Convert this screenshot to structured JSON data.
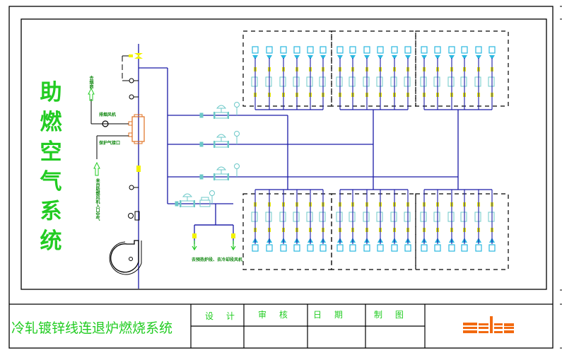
{
  "drawing": {
    "side_title": [
      "助",
      "燃",
      "空",
      "气",
      "系",
      "统"
    ],
    "side_title_full": "助燃空气系统",
    "title_block": {
      "drawing_title": "冷轧镀锌线连退炉燃烧系统",
      "fields": [
        {
          "label": "设 计",
          "value": ""
        },
        {
          "label": "审 核",
          "value": ""
        },
        {
          "label": "日 期",
          "value": ""
        },
        {
          "label": "制 图",
          "value": ""
        }
      ],
      "company_logo": "selas"
    },
    "labels": {
      "to_stack": "去烟囱",
      "exhaust_fan": "排烟风机",
      "air_inlet": "保护气接口",
      "from_fan_inlet": "来自助燃风机入口空气",
      "bottom_branch": "去预热炉段、去冷却段风机"
    },
    "burner_zones": {
      "upper": {
        "groups": 3,
        "burners_per_group": 6
      },
      "lower": {
        "groups": 3,
        "burners_per_group": 6
      }
    },
    "icons": {
      "fan": "centrifugal-fan-icon",
      "gauge": "pressure-gauge-icon",
      "control_valve": "control-valve-icon",
      "burner": "burner-icon",
      "arrow": "flow-arrow-icon"
    },
    "colors": {
      "pipe": "#1a1aa6",
      "valve": "#6cc8c8",
      "burner": "#2ab8e0",
      "yellow_fitting": "#f2f200",
      "label_green": "#22cc22",
      "dark_green": "#118811",
      "header": "#e07020",
      "logo": "#f26a10",
      "frame": "#000000"
    }
  }
}
